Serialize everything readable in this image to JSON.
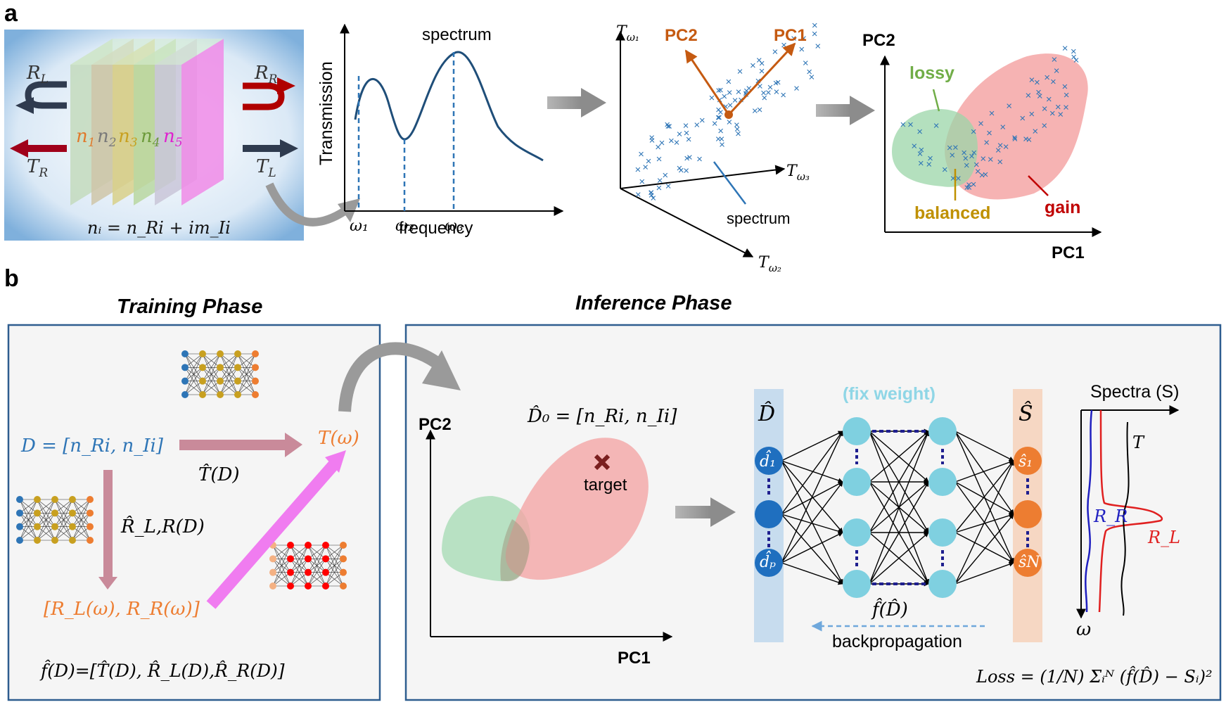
{
  "panel_a": {
    "label": "a",
    "stack": {
      "R_L": "R",
      "R_L_sub": "L",
      "R_R": "R",
      "R_R_sub": "R",
      "T_R": "T",
      "T_R_sub": "R",
      "T_L": "T",
      "T_L_sub": "L",
      "layers": [
        {
          "n": "n",
          "sub": "1",
          "color": "#e07a2c"
        },
        {
          "n": "n",
          "sub": "2",
          "color": "#7a7a7a"
        },
        {
          "n": "n",
          "sub": "3",
          "color": "#c8a020"
        },
        {
          "n": "n",
          "sub": "4",
          "color": "#6c9a3a"
        },
        {
          "n": "n",
          "sub": "5",
          "color": "#e020d0"
        }
      ],
      "formula": "nᵢ = n_Ri + im_Ii"
    },
    "spectrum": {
      "ylabel": "Transmission",
      "xlabel": "frequency",
      "peak_label": "spectrum",
      "ticks": [
        "ω₁",
        "ω₂",
        "ω₃"
      ]
    },
    "pca3d": {
      "axis_y": "T",
      "axis_y_sub": "ω₁",
      "axis_x": "T",
      "axis_x_sub": "ω₃",
      "axis_z": "T",
      "axis_z_sub": "ω₂",
      "pc1": "PC1",
      "pc2": "PC2",
      "spectrum_label": "spectrum"
    },
    "pcplot": {
      "ylabel": "PC2",
      "xlabel": "PC1",
      "lossy": "lossy",
      "balanced": "balanced",
      "gain": "gain"
    }
  },
  "panel_b": {
    "label": "b",
    "training_title": "Training Phase",
    "inference_title": "Inference Phase",
    "training": {
      "D_eq": "D = [n_Ri, n_Ii]",
      "T_omega": "T(ω)",
      "T_hat": "T̂(D)",
      "R_hat": "R̂_L,R(D)",
      "R_vec": "[R_L(ω), R_R(ω)]",
      "f_eq": "f̂(D)=[T̂(D), R̂_L(D),R̂_R(D)]"
    },
    "inference": {
      "pc2": "PC2",
      "pc1": "PC1",
      "D0": "D̂₀ = [n_Ri, n_Ii]",
      "target": "target",
      "D_hat": "D̂",
      "S_hat": "Ŝ",
      "fix_weight": "(fix weight)",
      "d1": "d̂₁",
      "dp": "d̂ₚ",
      "s1": "ŝ₁",
      "sN": "ŝN",
      "f_D": "f̂(D̂)",
      "backprop": "backpropagation",
      "spectra_title": "Spectra (S)",
      "T": "T",
      "R_R": "R_R",
      "R_L": "R_L",
      "omega": "ω",
      "loss": "Loss = (1/N) Σᵢᴺ (f̂(D̂) − Sᵢ)²"
    }
  },
  "colors": {
    "arrow_gray": "#a0a0a0",
    "curve_blue": "#1f4e79",
    "marker_blue": "#2e75b6",
    "pc_orange": "#c55a11",
    "lossy_green": "#70ad47",
    "balanced_gold": "#bf9000",
    "gain_red": "#c00000",
    "panel_border": "#2e5d8f",
    "node_cyan": "#7fd0e0",
    "node_blue": "#1f6fbf",
    "node_orange": "#ed7d31"
  }
}
